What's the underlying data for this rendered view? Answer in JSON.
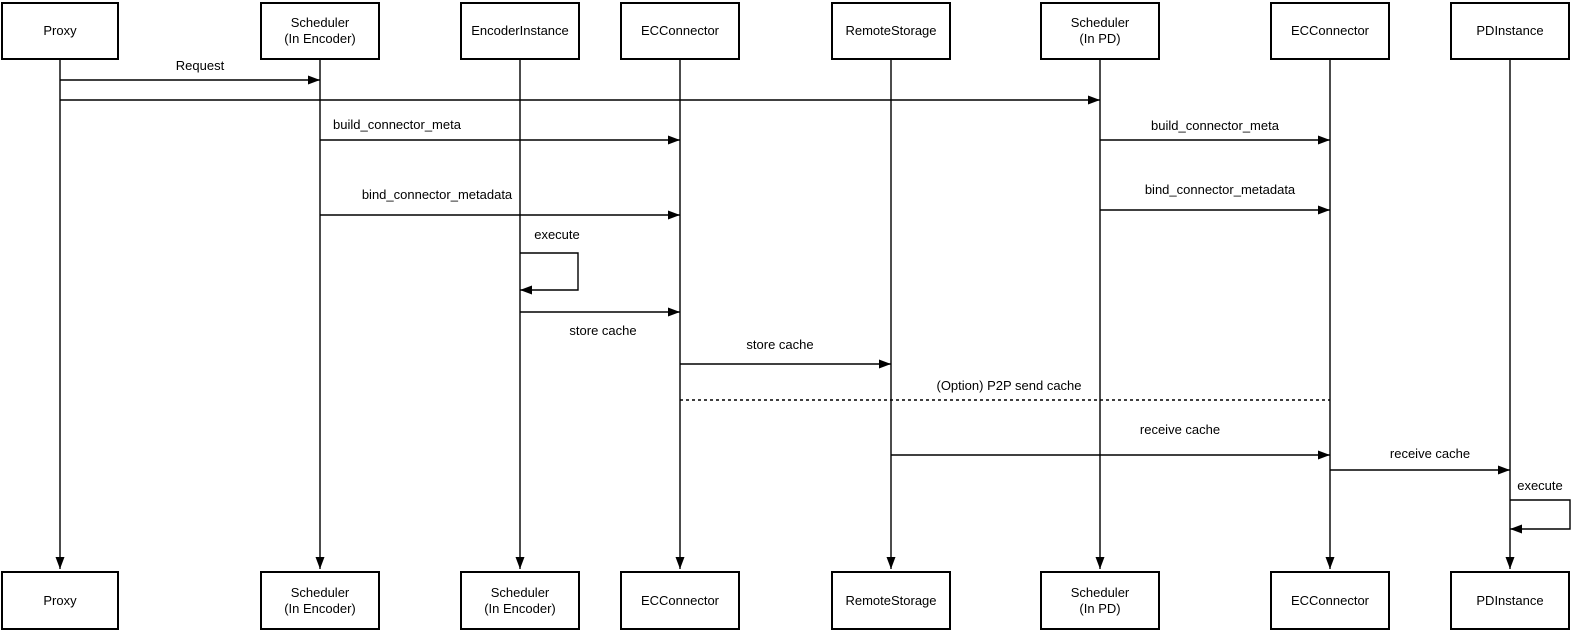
{
  "diagram": {
    "type": "sequence-diagram",
    "colors": {
      "background": "#ffffff",
      "stroke": "#000000",
      "text": "#000000"
    },
    "participants_top": [
      {
        "label": "Proxy"
      },
      {
        "label": "Scheduler\n(In Encoder)"
      },
      {
        "label": "EncoderInstance"
      },
      {
        "label": "ECConnector"
      },
      {
        "label": "RemoteStorage"
      },
      {
        "label": "Scheduler\n(In PD)"
      },
      {
        "label": "ECConnector"
      },
      {
        "label": "PDInstance"
      }
    ],
    "participants_bottom": [
      {
        "label": "Proxy"
      },
      {
        "label": "Scheduler\n(In Encoder)"
      },
      {
        "label": "Scheduler\n(In Encoder)"
      },
      {
        "label": "ECConnector"
      },
      {
        "label": "RemoteStorage"
      },
      {
        "label": "Scheduler\n(In PD)"
      },
      {
        "label": "ECConnector"
      },
      {
        "label": "PDInstance"
      }
    ],
    "messages": [
      {
        "from": "Proxy",
        "to": "Scheduler (In Encoder)",
        "label": "Request",
        "style": "solid"
      },
      {
        "from": "Proxy",
        "to": "Scheduler (In PD)",
        "label": "",
        "style": "solid"
      },
      {
        "from": "Scheduler (In Encoder)",
        "to": "ECConnector",
        "label": "build_connector_meta",
        "style": "solid"
      },
      {
        "from": "Scheduler (In PD)",
        "to": "ECConnector (PD side)",
        "label": "build_connector_meta",
        "style": "solid"
      },
      {
        "from": "Scheduler (In Encoder)",
        "to": "ECConnector",
        "label": "bind_connector_metadata",
        "style": "solid"
      },
      {
        "from": "Scheduler (In PD)",
        "to": "ECConnector (PD side)",
        "label": "bind_connector_metadata",
        "style": "solid"
      },
      {
        "from": "EncoderInstance",
        "to": "EncoderInstance",
        "label": "execute",
        "style": "self-loop"
      },
      {
        "from": "EncoderInstance",
        "to": "ECConnector",
        "label": "store cache",
        "style": "solid",
        "label_position": "below"
      },
      {
        "from": "ECConnector",
        "to": "RemoteStorage",
        "label": "store cache",
        "style": "solid"
      },
      {
        "from": "ECConnector",
        "to": "ECConnector (PD side)",
        "label": "(Option) P2P send cache",
        "style": "dashed"
      },
      {
        "from": "RemoteStorage",
        "to": "ECConnector (PD side)",
        "label": "receive cache",
        "style": "solid"
      },
      {
        "from": "ECConnector (PD side)",
        "to": "PDInstance",
        "label": "receive cache",
        "style": "solid"
      },
      {
        "from": "PDInstance",
        "to": "PDInstance",
        "label": "execute",
        "style": "self-loop"
      }
    ]
  }
}
